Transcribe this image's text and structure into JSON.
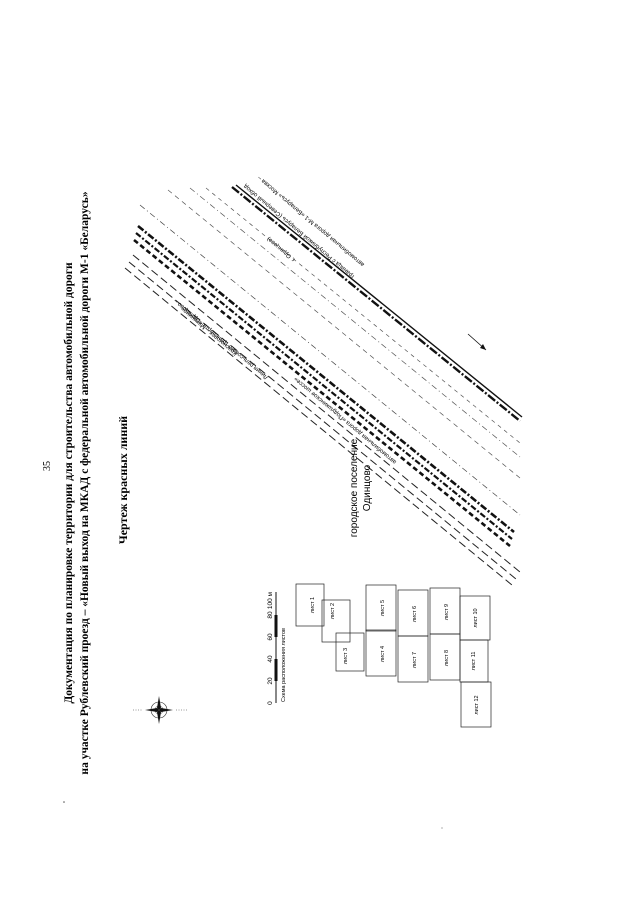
{
  "page": {
    "number": "35"
  },
  "header": {
    "line1": "Документация по планировке территории для строительства автомобильной дороги",
    "line2": "на участке Рублевский проезд – «Новый выход на МКАД с федеральной автомобильной дороги М-1 «Беларусь»"
  },
  "drawing": {
    "title": "Чертеж красных линий",
    "town_line1": "городское поселение",
    "town_line2": "Одинцово",
    "road_labels": {
      "podushkinskoe": "автомобильная дорога «Подушкинское шоссе»",
      "m1_line1": "автомобильная дорога М-1 «Беларусь» Москва –",
      "m1_line2": "граница с Республикой Беларусь (Северный обход",
      "m1_line3": "г. Одинцово)",
      "rail_line1": "Линия рельсового транспорта «Одинцово –",
      "rail_line2": "Красногорск – Мякинино»"
    }
  },
  "scale_bar": {
    "ticks": [
      "0",
      "20",
      "40",
      "60",
      "80",
      "100 м"
    ],
    "label": "Схема расположения листов"
  },
  "sheets": [
    {
      "label": "лист 1"
    },
    {
      "label": "лист 2"
    },
    {
      "label": "лист 3"
    },
    {
      "label": "лист 4"
    },
    {
      "label": "лист 5"
    },
    {
      "label": "лист 6"
    },
    {
      "label": "лист 7"
    },
    {
      "label": "лист 8"
    },
    {
      "label": "лист 9"
    },
    {
      "label": "лист 10"
    },
    {
      "label": "лист 11"
    },
    {
      "label": "лист 12"
    }
  ],
  "colors": {
    "ink": "#111111",
    "paper": "#ffffff"
  }
}
